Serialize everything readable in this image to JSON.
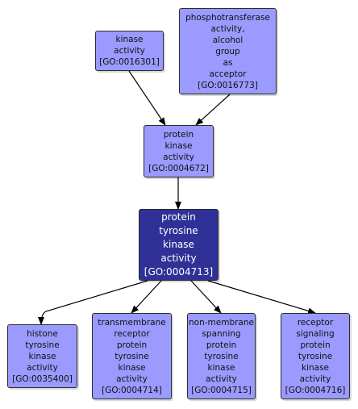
{
  "colors": {
    "node_fill": "#9a9aff",
    "focus_fill": "#2f3197",
    "focus_text": "#ffffff",
    "edge": "#000000"
  },
  "nodes": {
    "kinase": {
      "lines": [
        "kinase",
        "activity",
        "[GO:0016301]"
      ]
    },
    "phosphotransferase": {
      "lines": [
        "phosphotransferase",
        "activity,",
        "alcohol",
        "group",
        "as",
        "acceptor",
        "[GO:0016773]"
      ]
    },
    "protein_kinase": {
      "lines": [
        "protein",
        "kinase",
        "activity",
        "[GO:0004672]"
      ]
    },
    "protein_tyrosine_kinase": {
      "lines": [
        "protein",
        "tyrosine",
        "kinase",
        "activity",
        "[GO:0004713]"
      ]
    },
    "histone_tyrosine_kinase": {
      "lines": [
        "histone",
        "tyrosine",
        "kinase",
        "activity",
        "[GO:0035400]"
      ]
    },
    "transmembrane_rtk": {
      "lines": [
        "transmembrane",
        "receptor",
        "protein",
        "tyrosine",
        "kinase",
        "activity",
        "[GO:0004714]"
      ]
    },
    "non_membrane_ptk": {
      "lines": [
        "non-membrane",
        "spanning",
        "protein",
        "tyrosine",
        "kinase",
        "activity",
        "[GO:0004715]"
      ]
    },
    "receptor_signaling_ptk": {
      "lines": [
        "receptor",
        "signaling",
        "protein",
        "tyrosine",
        "kinase",
        "activity",
        "[GO:0004716]"
      ]
    }
  },
  "edges": [
    {
      "from": "kinase",
      "to": "protein_kinase"
    },
    {
      "from": "phosphotransferase",
      "to": "protein_kinase"
    },
    {
      "from": "protein_kinase",
      "to": "protein_tyrosine_kinase"
    },
    {
      "from": "protein_tyrosine_kinase",
      "to": "histone_tyrosine_kinase"
    },
    {
      "from": "protein_tyrosine_kinase",
      "to": "transmembrane_rtk"
    },
    {
      "from": "protein_tyrosine_kinase",
      "to": "non_membrane_ptk"
    },
    {
      "from": "protein_tyrosine_kinase",
      "to": "receptor_signaling_ptk"
    }
  ]
}
